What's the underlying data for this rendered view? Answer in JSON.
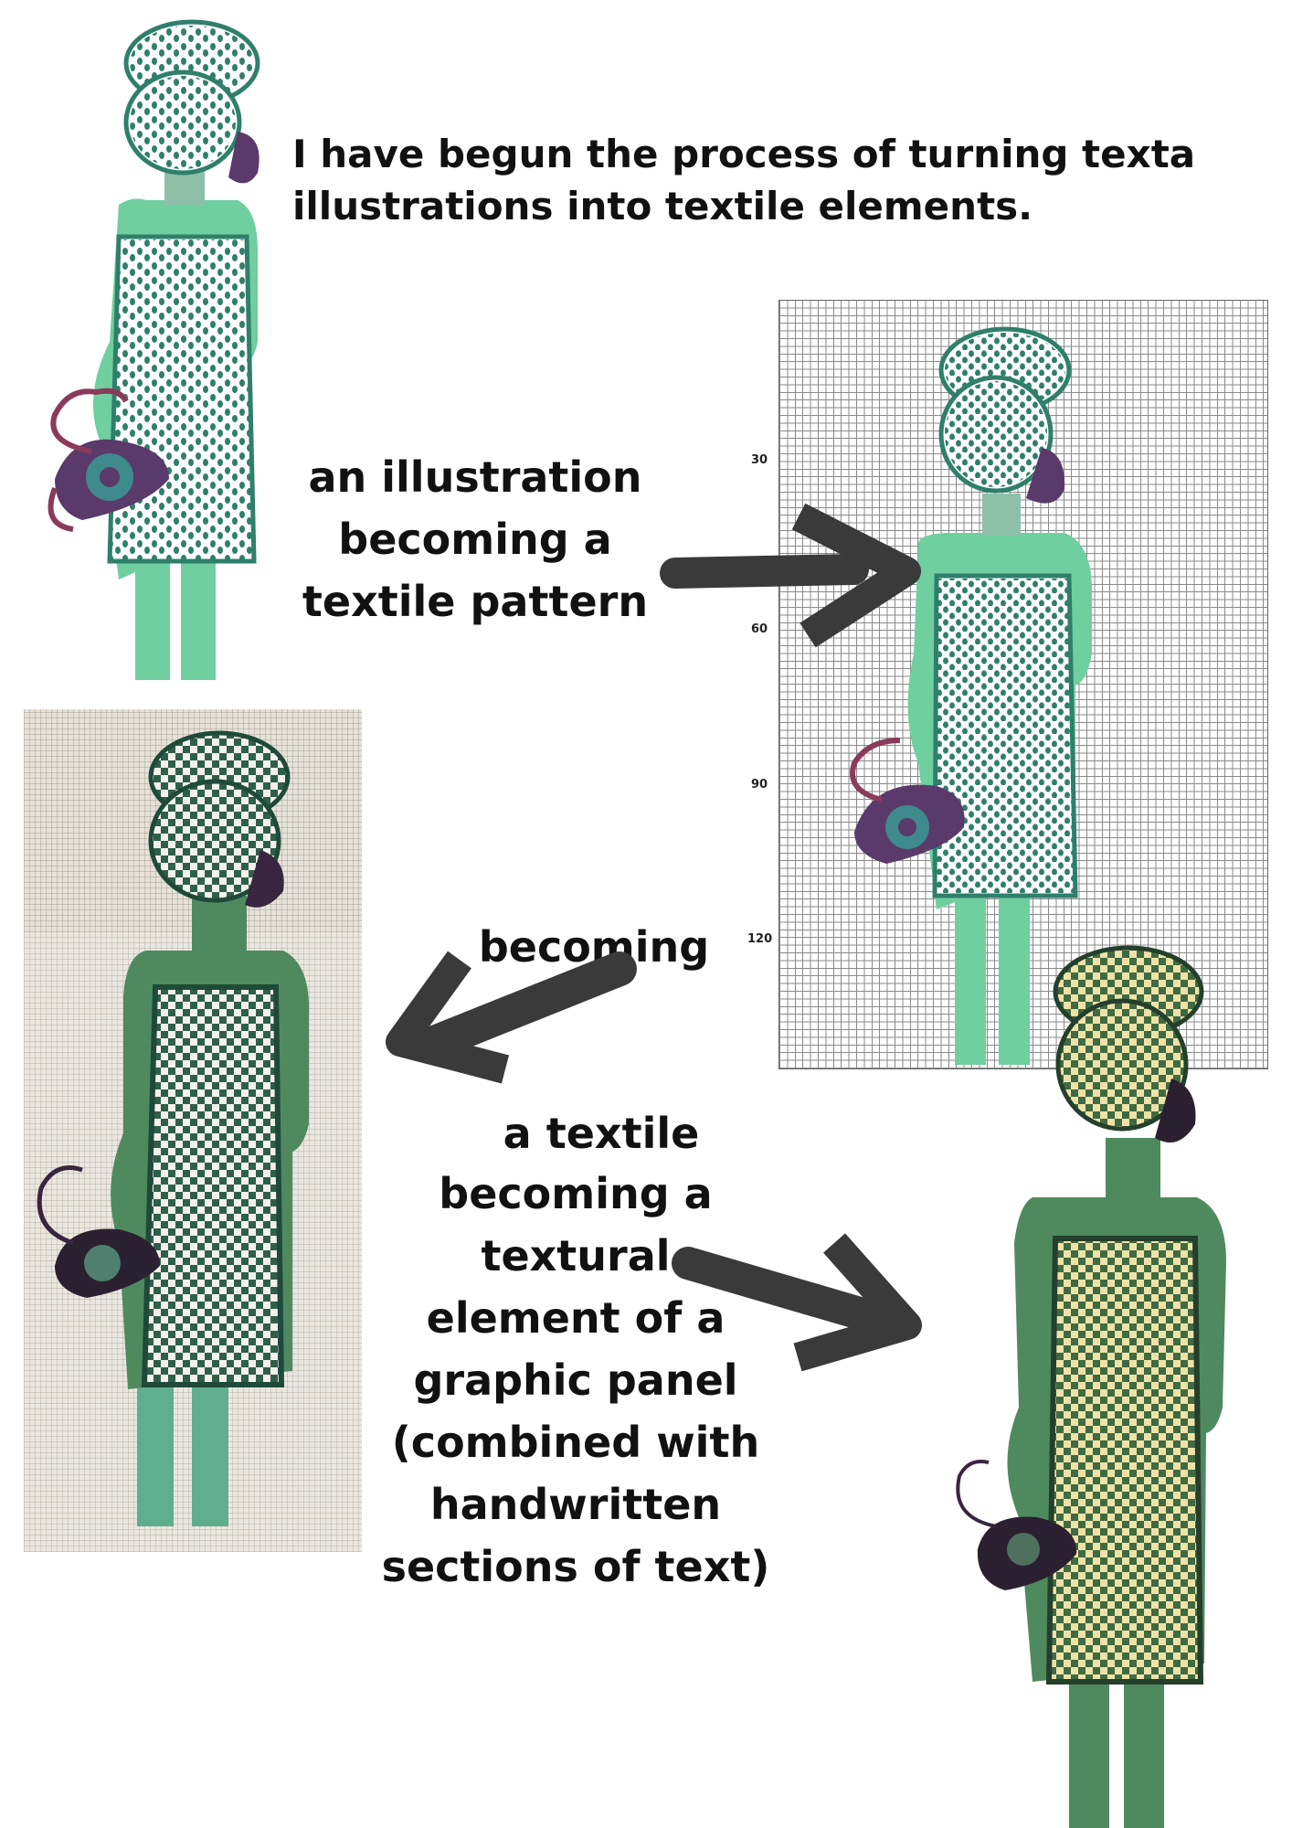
{
  "intro": {
    "line1": "I have begun the process of turning  texta",
    "line2": "illustrations into textile elements."
  },
  "caption_pattern": [
    "an illustration",
    "becoming a",
    "textile pattern"
  ],
  "caption_textile": [
    "becoming",
    " a textile"
  ],
  "caption_panel": [
    "becoming a",
    "textural",
    "element of a",
    "graphic panel",
    "(combined with",
    "handwritten",
    "sections of text)"
  ],
  "grid_labels": [
    "30",
    "60",
    "90",
    "120"
  ],
  "colors": {
    "marker_green": "#6fcf9f",
    "marker_teal": "#2f7f6b",
    "marker_purple": "#5a3a6a",
    "stitch_green": "#4f8a5f",
    "stitch_cream": "#efe2a6",
    "arrow": "#3a3a3a"
  }
}
